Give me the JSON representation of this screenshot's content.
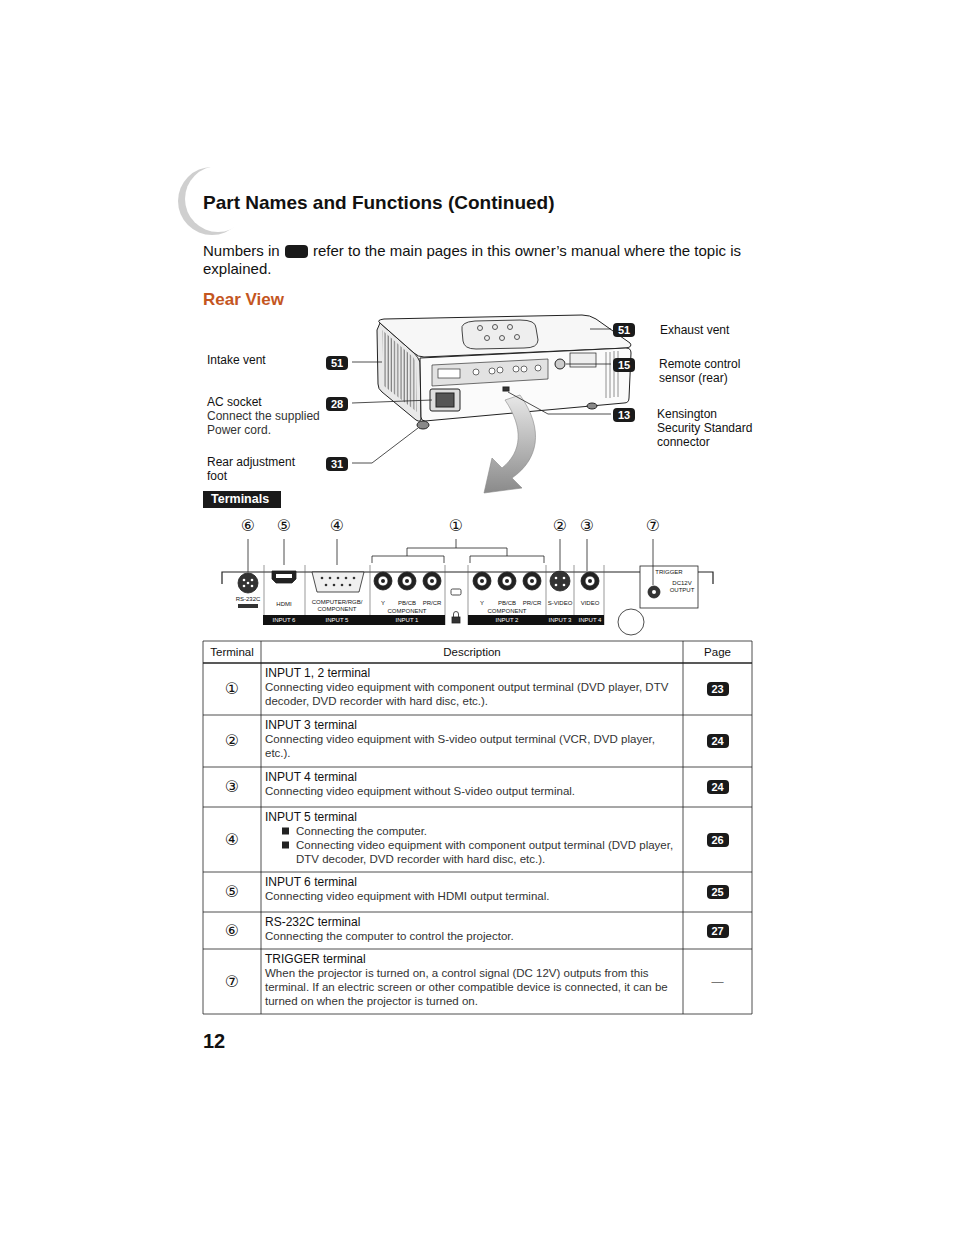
{
  "diagram": {
    "title": "Part Names and Functions (Continued)",
    "nodes": [
      {
        "text": [
          "51"
        ]
      },
      {
        "text": [
          "28"
        ]
      },
      {
        "text": [
          "31"
        ]
      },
      {
        "text": [
          "51"
        ]
      },
      {
        "text": [
          "15"
        ]
      },
      {
        "text": [
          "13"
        ]
      },
      {
        "text": [
          "Terminals"
        ]
      },
      {
        "text": [
          "23"
        ]
      },
      {
        "text": [
          "24"
        ]
      },
      {
        "text": [
          "24"
        ]
      },
      {
        "text": [
          "26"
        ]
      },
      {
        "text": [
          "25"
        ]
      },
      {
        "text": [
          "27"
        ]
      }
    ],
    "labels": [
      "Numbers in",
      "refer to the main pages in this owner’s manual where the topic is explained.",
      "Rear View",
      "Intake vent",
      "AC socket",
      "Connect the supplied Power cord.",
      "Rear adjustment foot",
      "Exhaust vent",
      "Remote control sensor (rear)",
      "Kensington Security Standard connector",
      "⑥",
      "⑤",
      "④",
      "①",
      "②",
      "③",
      "⑦",
      "RS-232C",
      "HDMI",
      "COMPUTER/RGB/ COMPONENT",
      "Y",
      "PB/CB",
      "PR/CR",
      "COMPONENT",
      "Y",
      "PB/CB",
      "PR/CR",
      "COMPONENT",
      "S-VIDEO",
      "VIDEO",
      "INPUT 6",
      "INPUT 5",
      "INPUT 1",
      "INPUT 2",
      "INPUT 3",
      "INPUT 4",
      "TRIGGER",
      "DC12V OUTPUT",
      "Terminal",
      "Description",
      "Page",
      "①",
      "INPUT 1, 2 terminal",
      "Connecting video equipment with component output terminal (DVD player, DTV decoder, DVD recorder with hard disc, etc.).",
      "②",
      "INPUT 3 terminal",
      "Connecting video equipment with S-video output terminal (VCR, DVD player, etc.).",
      "③",
      "INPUT 4 terminal",
      "Connecting video equipment without S-video output terminal.",
      "④",
      "INPUT 5 terminal",
      "Connecting the computer.",
      "Connecting video equipment with component output terminal (DVD player, DTV decoder, DVD recorder with hard disc, etc.).",
      "⑤",
      "INPUT 6 terminal",
      "Connecting video equipment with HDMI output terminal.",
      "⑥",
      "RS-232C terminal",
      "Connecting the computer to control the projector.",
      "⑦",
      "TRIGGER terminal",
      "When the projector is turned on, a control signal (DC 12V) outputs from this terminal. If an electric screen or other compatible device is connected, it can be turned on when the projector is turned on.",
      "—",
      "12"
    ]
  }
}
